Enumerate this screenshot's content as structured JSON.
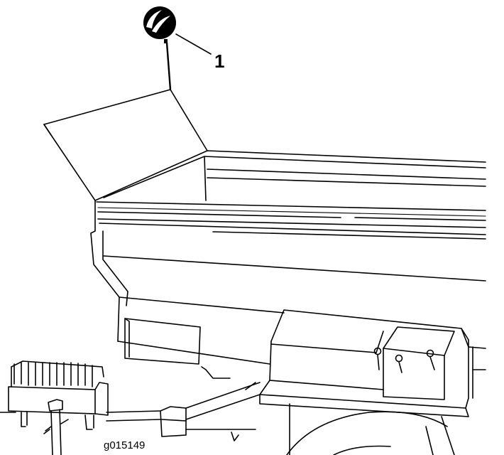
{
  "figure": {
    "callouts": [
      {
        "number": "1",
        "part": "dome-beacon-light"
      }
    ],
    "figure_id": "g015149",
    "stroke_color": "#000000",
    "background_color": "#ffffff"
  }
}
